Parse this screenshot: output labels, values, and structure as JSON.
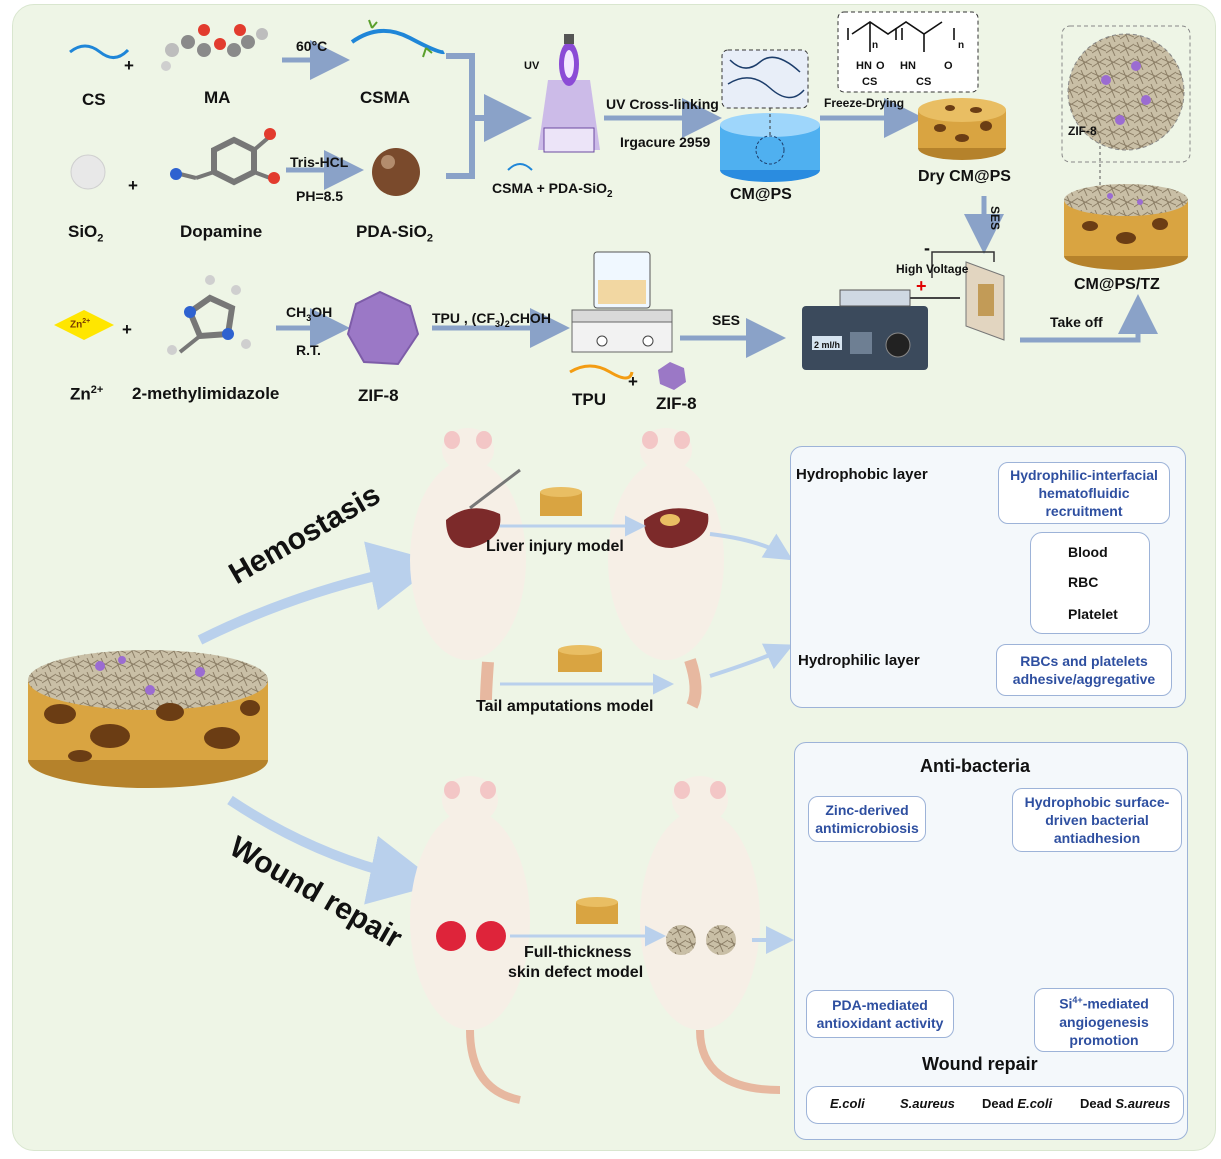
{
  "colors": {
    "background": "#eef5e6",
    "arrow": "#8aa2c8",
    "scaffold": "#d9a441",
    "pore": "#6b3d14",
    "note_text": "#2e4fa0",
    "blood": "#e60000",
    "rbc": "#b8323a",
    "platelet": "#c9b88d",
    "wound": "#d9001b",
    "mouse": "#f6efe6"
  },
  "synthesis": {
    "cs": "CS",
    "ma": "MA",
    "temp": "60°C",
    "csma": "CSMA",
    "sio2": "SiO",
    "sio2_sub": "2",
    "dopamine": "Dopamine",
    "tris": "Tris-HCL",
    "ph": "PH=8.5",
    "pda_sio2": "PDA-SiO",
    "pda_sio2_sub": "2",
    "uv": "UV",
    "uv_crosslink": "UV Cross-linking",
    "irgacure": "Irgacure 2959",
    "mix_csma": "CSMA",
    "mix_pda": "PDA-SiO",
    "mix_pda_sub": "2",
    "plus": "+",
    "cmps": "CM@PS",
    "freeze": "Freeze-Drying",
    "dry_cmps": "Dry CM@PS",
    "polymer_n": "n",
    "polymer_hn": "HN",
    "polymer_o": "O",
    "polymer_cs": "CS",
    "zif_label_top": "ZIF-8",
    "ses_vertical": "SES",
    "cmps_tz": "CM@PS/TZ",
    "zn_diamond": "Zn",
    "zn_diamond_sup": "2+",
    "zn": "Zn",
    "zn_sup": "2+",
    "methylimidazole": "2-methylimidazole",
    "ch3oh": "CH",
    "ch3oh_sub": "3",
    "ch3oh_end": "OH",
    "rt": "R.T.",
    "zif8": "ZIF-8",
    "tpu_solvent": "TPU , (CF",
    "tpu_solvent_sub": "3",
    "tpu_solvent_end": ")",
    "tpu_solvent_sub2": "2",
    "tpu_solvent_end2": "CHOH",
    "ses": "SES",
    "high_voltage": "High Voltage",
    "minus": "-",
    "plus_sign": "+",
    "rate": "2 ml/h",
    "take_off": "Take off",
    "tpu": "TPU",
    "zif8_b": "ZIF-8"
  },
  "hemostasis": {
    "title": "Hemostasis",
    "liver_model": "Liver injury model",
    "tail_model": "Tail amputations model",
    "hydrophobic": "Hydrophobic layer",
    "hydrophilic": "Hydrophilic layer",
    "interfacial": "Hydrophilic-interfacial hematofluidic recruitment",
    "legend_blood": "Blood",
    "legend_rbc": "RBC",
    "legend_platelet": "Platelet",
    "adhesive": "RBCs and platelets adhesive/aggregative"
  },
  "wound": {
    "title": "Wound repair",
    "skin_model_1": "Full-thickness",
    "skin_model_2": "skin defect model",
    "anti_bacteria": "Anti-bacteria",
    "zinc": "Zinc-derived antimicrobiosis",
    "hydrophobic_surface": "Hydrophobic surface-driven bacterial antiadhesion",
    "pda": "PDA-mediated antioxidant activity",
    "si_pre": "Si",
    "si_sup": "4+",
    "si_post": "-mediated angiogenesis promotion",
    "wound_repair": "Wound repair",
    "legend_ecoli": "E.coli",
    "legend_saureus": "S.aureus",
    "legend_dead_pre": "Dead ",
    "legend_dead_ecoli": "E.coli",
    "legend_dead_saureus_pre": "Dead ",
    "legend_dead_saureus": "S.aureus"
  }
}
